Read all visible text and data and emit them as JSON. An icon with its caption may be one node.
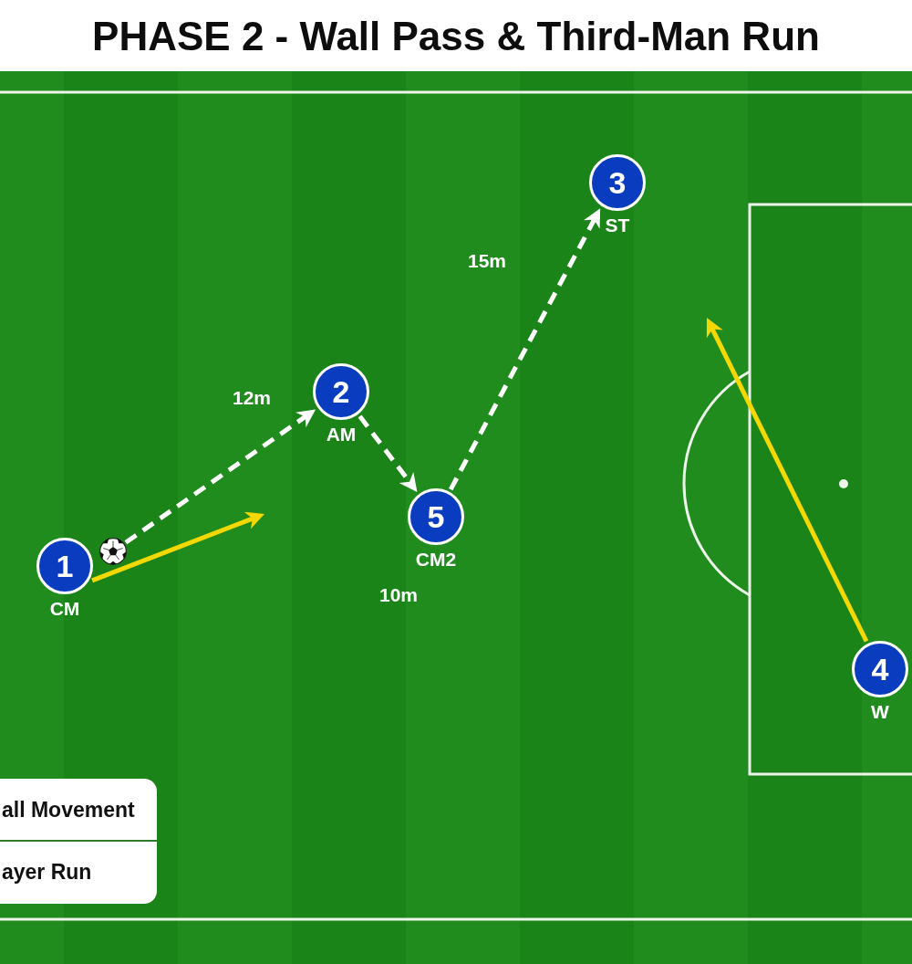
{
  "diagram": {
    "title": "PHASE 2 - Wall Pass & Third-Man Run",
    "nodes": [
      {
        "text": [
          "1"
        ],
        "beside": [
          "CM"
        ]
      },
      {
        "text": [],
        "shape": "ball"
      },
      {
        "text": [
          "2"
        ],
        "beside": [
          "AM"
        ]
      },
      {
        "text": [
          "5"
        ],
        "beside": [
          "CM2"
        ]
      },
      {
        "text": [
          "3"
        ],
        "beside": [
          "ST"
        ]
      },
      {
        "text": [
          "4"
        ],
        "beside": [
          "W"
        ]
      }
    ],
    "edges": [
      {
        "from": 1,
        "to": 2,
        "arrow": "to",
        "label": "12m",
        "style": "dashed"
      },
      {
        "from": 2,
        "to": 3,
        "arrow": "to",
        "style": "dashed"
      },
      {
        "from": 3,
        "to": 4,
        "arrow": "to",
        "label": "15m",
        "style": "dashed"
      },
      {
        "from": 0,
        "to": null,
        "arrow": "to",
        "color": "#f5d800"
      },
      {
        "from": 5,
        "to": null,
        "arrow": "to",
        "color": "#f5d800"
      }
    ],
    "labels": [
      "10m"
    ],
    "legend": [
      {
        "text": "all Movement"
      },
      {
        "text": "ayer Run"
      }
    ]
  }
}
